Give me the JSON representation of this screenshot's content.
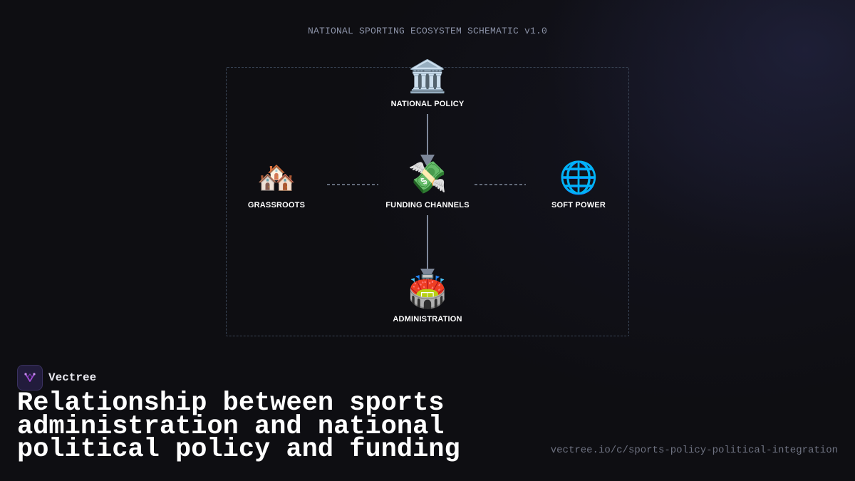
{
  "schematic_title": "NATIONAL SPORTING ECOSYSTEM SCHEMATIC v1.0",
  "nodes": {
    "national_policy": {
      "icon": "🏛️",
      "icon_name": "classical-building-icon",
      "label": "NATIONAL POLICY"
    },
    "grassroots": {
      "icon": "🏘️",
      "icon_name": "houses-icon",
      "label": "GRASSROOTS"
    },
    "funding_channels": {
      "icon": "💸",
      "icon_name": "money-with-wings-icon",
      "label": "FUNDING CHANNELS"
    },
    "soft_power": {
      "icon": "🌐",
      "icon_name": "globe-icon",
      "label": "SOFT POWER"
    },
    "administration": {
      "icon": "🏟️",
      "icon_name": "stadium-icon",
      "label": "ADMINISTRATION"
    }
  },
  "edges": [
    {
      "from": "national_policy",
      "to": "funding_channels",
      "style": "solid-arrow"
    },
    {
      "from": "funding_channels",
      "to": "administration",
      "style": "solid-arrow"
    },
    {
      "from": "grassroots",
      "to": "funding_channels",
      "style": "dashed"
    },
    {
      "from": "funding_channels",
      "to": "soft_power",
      "style": "dashed"
    }
  ],
  "brand": {
    "name": "Vectree"
  },
  "headline": "Relationship between sports administration and national political policy and funding",
  "url": "vectree.io/c/sports-policy-political-integration",
  "colors": {
    "background": "#0e0e12",
    "connector": "#7d8799",
    "frame": "#3a4556",
    "brand_accent": "#a24bd6"
  }
}
